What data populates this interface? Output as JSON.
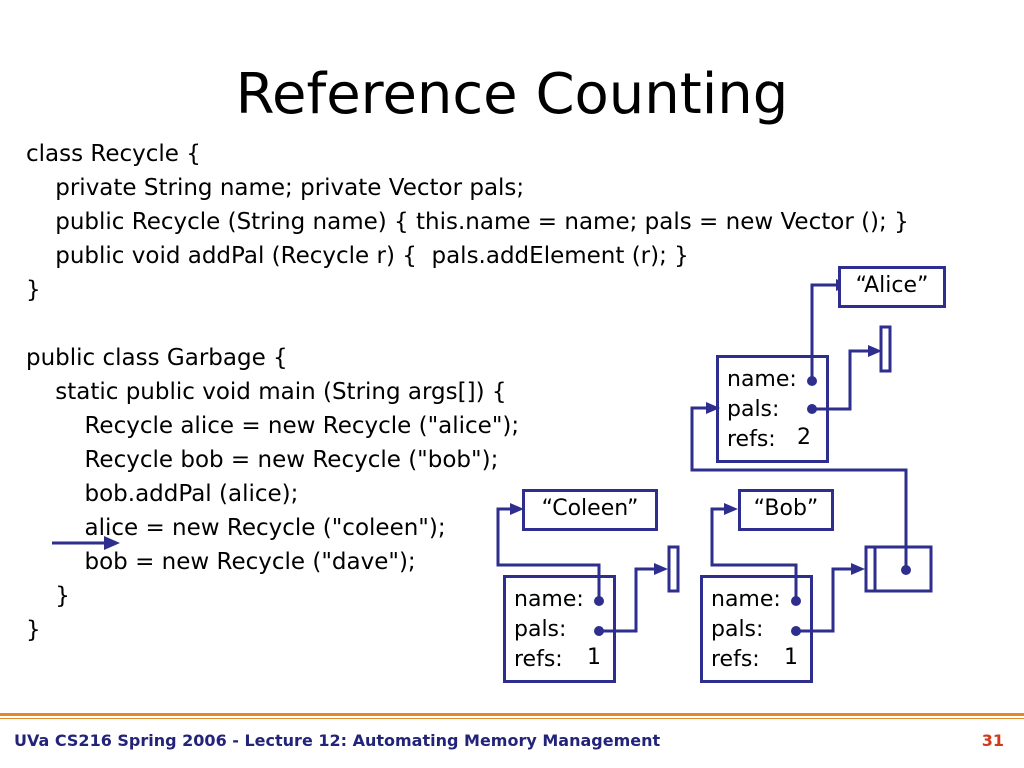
{
  "title": "Reference Counting",
  "code_lines": [
    "class Recycle {",
    "    private String name; private Vector pals;",
    "    public Recycle (String name) { this.name = name; pals = new Vector (); }",
    "    public void addPal (Recycle r) {  pals.addElement (r); }",
    "}",
    "",
    "public class Garbage {",
    "    static public void main (String args[]) {",
    "        Recycle alice = new Recycle (\"alice\");",
    "        Recycle bob = new Recycle (\"bob\");",
    "        bob.addPal (alice);",
    "        alice = new Recycle (\"coleen\");",
    "        bob = new Recycle (\"dave\");",
    "    }",
    "}"
  ],
  "diagram": {
    "alice_string": "“Alice”",
    "coleen_string": "“Coleen”",
    "bob_string": "“Bob”",
    "field_name": "name:",
    "field_pals": "pals:",
    "field_refs": "refs:",
    "alice_refs": "2",
    "coleen_refs": "1",
    "bob_refs": "1"
  },
  "colors": {
    "diagram": "#2e2e8e",
    "footer_line": "#e08a2a",
    "footer_text": "#23237a",
    "page_number": "#d03a1a"
  },
  "footer": {
    "text": "UVa CS216 Spring 2006 - Lecture 12: Automating Memory Management",
    "page": "31"
  }
}
